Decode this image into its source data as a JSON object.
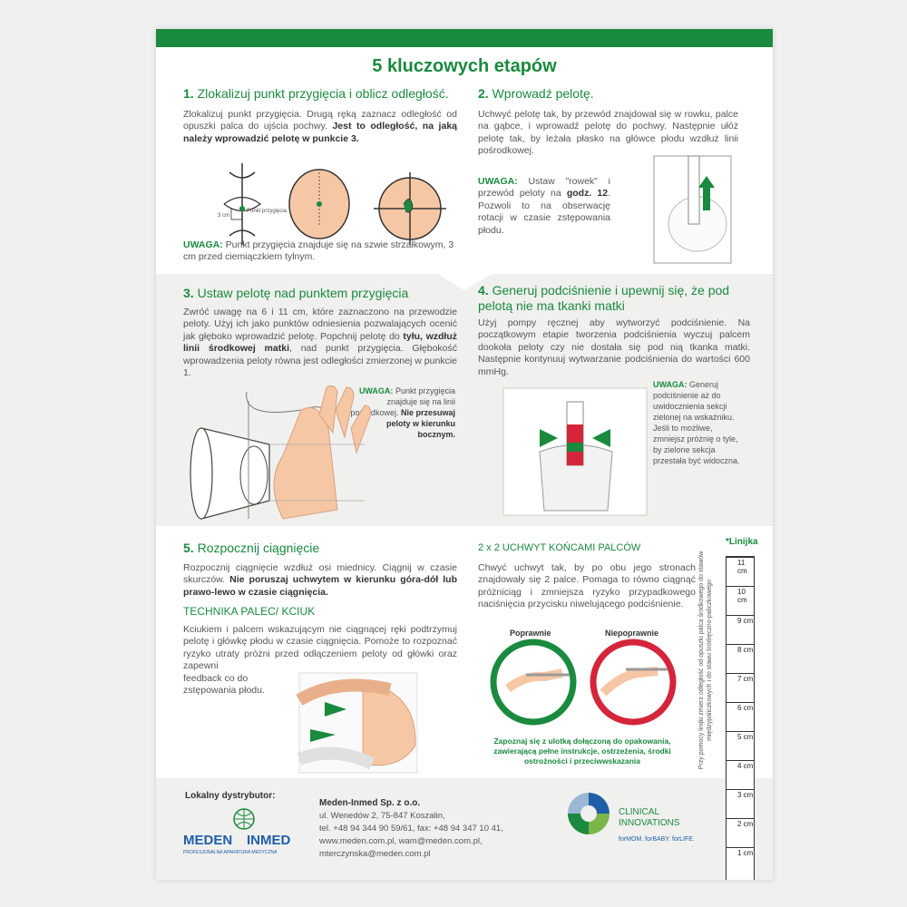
{
  "title": "5 kluczowych etapów",
  "step1": {
    "num": "1.",
    "heading": "Zlokalizuj punkt przygięcia i oblicz odległość.",
    "text": "Zlokalizuj punkt przygięcia. Drugą ręką zaznacz odległość od opuszki palca do ujścia pochwy.",
    "bold": "Jest to odległość, na jaką należy wprowadzić pelotę w punkcie 3.",
    "fig_label": "Punkt przygięcia",
    "fig_cm": "3 cm",
    "warn_label": "UWAGA:",
    "warn_text": "Punkt przygięcia znajduje się na szwie strzałkowym, 3 cm przed ciemiączkiem tylnym."
  },
  "step2": {
    "num": "2.",
    "heading": "Wprowadź pelotę.",
    "text": "Uchwyć pelotę tak, by przewód znajdował się w rowku, palce na gąbce, i wprowadź pelotę do pochwy. Następnie ułóż pelotę tak, by leżała płasko na główce płodu wzdłuż linii pośrodkowej.",
    "warn_label": "UWAGA:",
    "warn_text_a": "Ustaw \"rowek\" i przewód peloty na",
    "warn_bold": "godz. 12",
    "warn_text_b": ". Pozwoli to na obserwację rotacji w czasie zstępowania płodu."
  },
  "step3": {
    "num": "3.",
    "heading": "Ustaw pelotę nad punktem przygięcia",
    "text_a": "Zwróć uwagę na 6 i 11 cm, które zaznaczono na przewodzie peloty. Użyj ich jako punktów odniesienia pozwalających ocenić jak głęboko wprowadzić pelotę. Popchnij pelotę do",
    "bold": "tyłu, wzdłuż linii środkowej matki",
    "text_b": ", nad punkt przygięcia. Głębokość wprowadzenia peloty równa jest odległości zmierzonej w punkcie 1.",
    "warn_label": "UWAGA:",
    "warn_text": "Punkt przygięcia znajduje się na linii pośrodkowej.",
    "warn_bold": "Nie przesuwaj peloty w kierunku bocznym."
  },
  "step4": {
    "num": "4.",
    "heading": "Generuj podciśnienie i upewnij się, że pod pelotą nie ma tkanki matki",
    "text": "Użyj pompy ręcznej aby wytworzyć podciśnienie. Na początkowym etapie tworzenia podciśnienia wyczuj palcem dookoła peloty czy nie dostała się pod nią tkanka matki. Następnie kontynuuj wytwarzanie podciśnienia do wartości 600 mmHg.",
    "warn_label": "UWAGA:",
    "warn_text": "Generuj podciśnienie aż do uwidocznienia sekcji zielonej na wskaźniku. Jeśli to możliwe, zmniejsz próżnię o tyle, by zielone sekcja przestała być widoczna."
  },
  "step5": {
    "num": "5.",
    "heading": "Rozpocznij ciągnięcie",
    "text_a": "Rozpocznij ciągnięcie wzdłuż osi miednicy. Ciągnij w czasie skurczów.",
    "bold": "Nie poruszaj uchwytem w kierunku góra-dół lub prawo-lewo w czasie ciągnięcia.",
    "technique_heading": "TECHNIKA PALEC/ KCIUK",
    "technique_text_a": "Kciukiem i palcem wskazującym nie ciągnącej ręki podtrzymuj pelotę i główkę płodu w czasie ciągnięcia. Pomoże to rozpoznać ryzyko utraty próżni przed odłączeniem peloty od główki oraz zapewni",
    "technique_text_b": "feedback co do zstępowania płodu."
  },
  "grip": {
    "heading": "2 x 2 UCHWYT KOŃCAMI PALCÓW",
    "text": "Chwyć uchwyt tak, by po obu jego stronach znajdowały się 2 palce. Pomaga to równo ciągnąć próżniciąg i zmniejsza ryzyko przypadkowego naciśnięcia przycisku niwelującego podciśnienie.",
    "correct": "Poprawnie",
    "incorrect": "Niepoprawnie",
    "footnote": "Zapoznaj się z ulotką dołączoną do opakowania, zawierającą pełne instrukcje, ostrzeżenia, środki ostrożności i przeciwwskazania",
    "correct_color": "#1a8a3e",
    "incorrect_color": "#d4253a"
  },
  "ruler": {
    "title": "*Linijka",
    "labels": [
      "11 cm",
      "10 cm",
      "9 cm",
      "8 cm",
      "7 cm",
      "6 cm",
      "5 cm",
      "4 cm",
      "3 cm",
      "2 cm",
      "1 cm"
    ],
    "note": "Przy pomocy linijki zmierz odległość od opuszki palca środkowego do stawów międzypaliczkowych i do stawu śródręczno-paliczkowego"
  },
  "footer": {
    "distributor_label": "Lokalny dystrybutor:",
    "company": "Meden-Inmed Sp. z o.o.",
    "address": "ul. Wenedów 2, 75-847 Koszalin,",
    "phone": "tel. +48 94 344 90 59/61, fax: +48 94 347 10 41,",
    "web": "www.meden.com.pl, wam@meden.com.pl,",
    "email": "mterczynska@meden.com.pl",
    "meden_logo_text": "MEDEN",
    "inmed_logo_text": "INMED",
    "meden_tagline": "PROFESJONALNA APARATURA MEDYCZNA",
    "ci_logo_line1": "CLINICAL",
    "ci_logo_line2": "INNOVATIONS",
    "ci_tagline": "forMOM. forBABY. forLIFE.",
    "brand_green": "#1a8a3e",
    "brand_blue": "#1f5fa8"
  }
}
